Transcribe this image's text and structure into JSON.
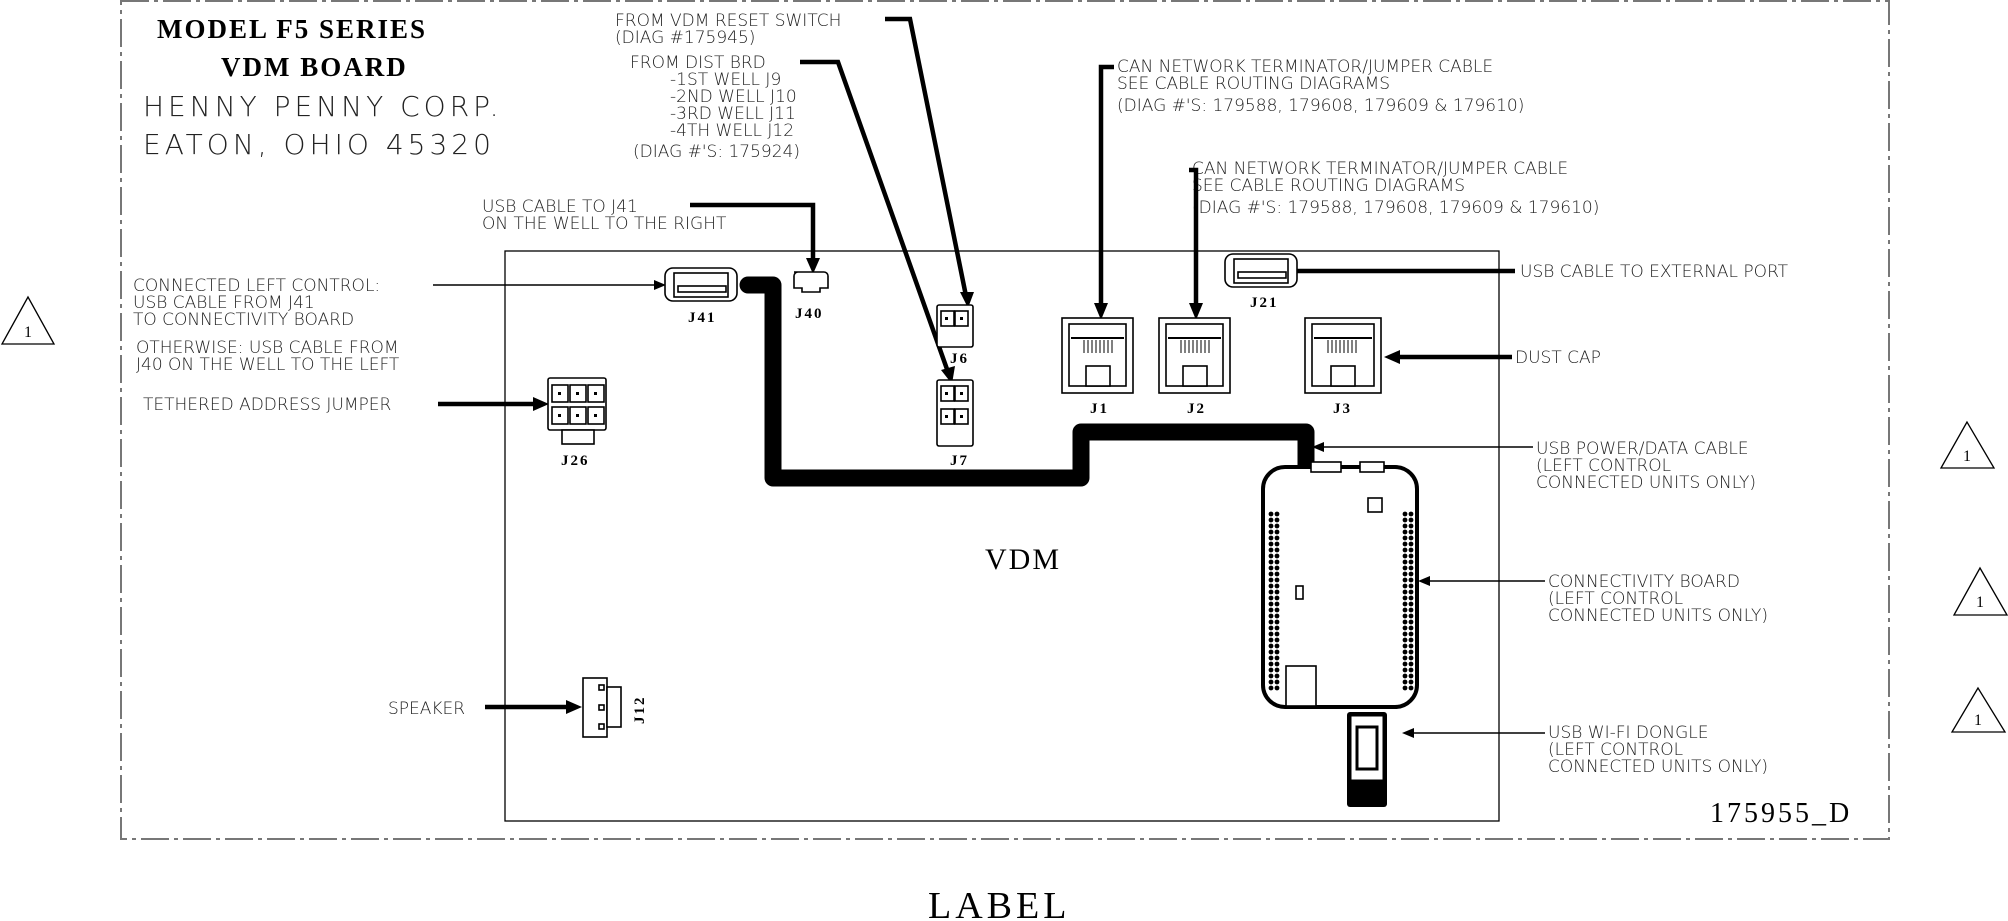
{
  "title_block": {
    "line1": "MODEL F5 SERIES",
    "line2": "VDM BOARD",
    "company": "HENNY PENNY CORP.",
    "address": "EATON, OHIO 45320"
  },
  "drawing_number": "175955_D",
  "footer_label": "LABEL",
  "board_label": "VDM",
  "revision_marker": "1",
  "callouts": {
    "reset_switch": [
      "FROM VDM RESET SWITCH",
      "(DIAG #175945)"
    ],
    "dist_brd": [
      "FROM DIST BRD",
      "-1ST WELL J9",
      "-2ND WELL J10",
      "-3RD WELL J11",
      "-4TH WELL J12",
      "(DIAG #'S: 175924)"
    ],
    "can_1": [
      "CAN NETWORK TERMINATOR/JUMPER CABLE",
      "SEE CABLE ROUTING DIAGRAMS",
      "(DIAG #'S: 179588, 179608, 179609 & 179610)"
    ],
    "can_2": [
      "CAN NETWORK TERMINATOR/JUMPER CABLE",
      "SEE CABLE ROUTING DIAGRAMS",
      "(DIAG #'S: 179588, 179608, 179609 & 179610)"
    ],
    "usb_j41": [
      "USB CABLE TO J41",
      "ON THE WELL TO THE RIGHT"
    ],
    "connected_left": [
      "CONNECTED LEFT CONTROL:",
      "USB CABLE FROM J41",
      "TO CONNECTIVITY BOARD"
    ],
    "otherwise": [
      "OTHERWISE: USB CABLE FROM",
      "J40 ON THE WELL TO THE LEFT"
    ],
    "tethered": "TETHERED ADDRESS JUMPER",
    "speaker": "SPEAKER",
    "usb_external": "USB CABLE TO EXTERNAL PORT",
    "dust_cap": "DUST CAP",
    "usb_power": [
      "USB POWER/DATA CABLE",
      "(LEFT CONTROL",
      "CONNECTED UNITS ONLY)"
    ],
    "connectivity_board": [
      "CONNECTIVITY BOARD",
      "(LEFT CONTROL",
      "CONNECTED UNITS ONLY)"
    ],
    "wifi_dongle": [
      "USB WI-FI DONGLE",
      "(LEFT CONTROL",
      "CONNECTED UNITS ONLY)"
    ]
  },
  "connectors": {
    "j41": "J41",
    "j40": "J40",
    "j6": "J6",
    "j7": "J7",
    "j1": "J1",
    "j2": "J2",
    "j3": "J3",
    "j21": "J21",
    "j26": "J26",
    "j12": "J12"
  }
}
